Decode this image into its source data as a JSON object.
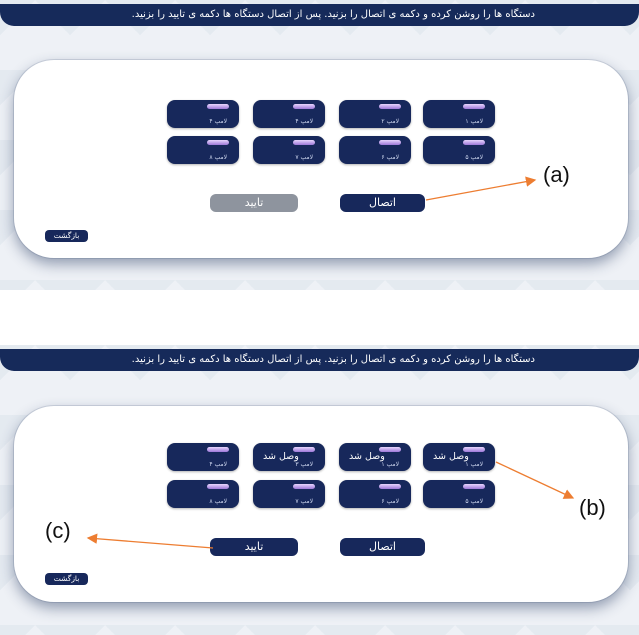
{
  "instruction": "دستگاه ها را روشن کرده و دکمه ی اتصال را بزنید. پس از اتصال دستگاه ها دکمه ی تایید را بزنید.",
  "buttons": {
    "connect": "اتصال",
    "confirm": "تایید",
    "back": "بازگشت"
  },
  "screen1": {
    "devices_row1": [
      {
        "label": "لامپ ۱"
      },
      {
        "label": "لامپ ۲"
      },
      {
        "label": "لامپ ۴"
      },
      {
        "label": "لامپ ۴"
      }
    ],
    "devices_row2": [
      {
        "label": "لامپ ۵"
      },
      {
        "label": "لامپ ۶"
      },
      {
        "label": "لامپ ۷"
      },
      {
        "label": "لامپ ۸"
      }
    ],
    "confirm_state": "disabled"
  },
  "screen2": {
    "devices_row1": [
      {
        "label": "لامپ ۱",
        "status": "وصل شد"
      },
      {
        "label": "لامپ ۱",
        "status": "وصل شد"
      },
      {
        "label": "لامپ ۳",
        "status": "وصل شد"
      },
      {
        "label": "لامپ ۴",
        "status": ""
      }
    ],
    "devices_row2": [
      {
        "label": "لامپ ۵"
      },
      {
        "label": "لامپ ۶"
      },
      {
        "label": "لامپ ۷"
      },
      {
        "label": "لامپ ۸"
      }
    ],
    "confirm_state": "enabled"
  },
  "annotations": {
    "a": "(a)",
    "b": "(b)",
    "c": "(c)"
  },
  "colors": {
    "navy": "#17285b",
    "disabled_gray": "#8e949e",
    "arrow": "#ed7d31",
    "card": "#ffffff"
  }
}
